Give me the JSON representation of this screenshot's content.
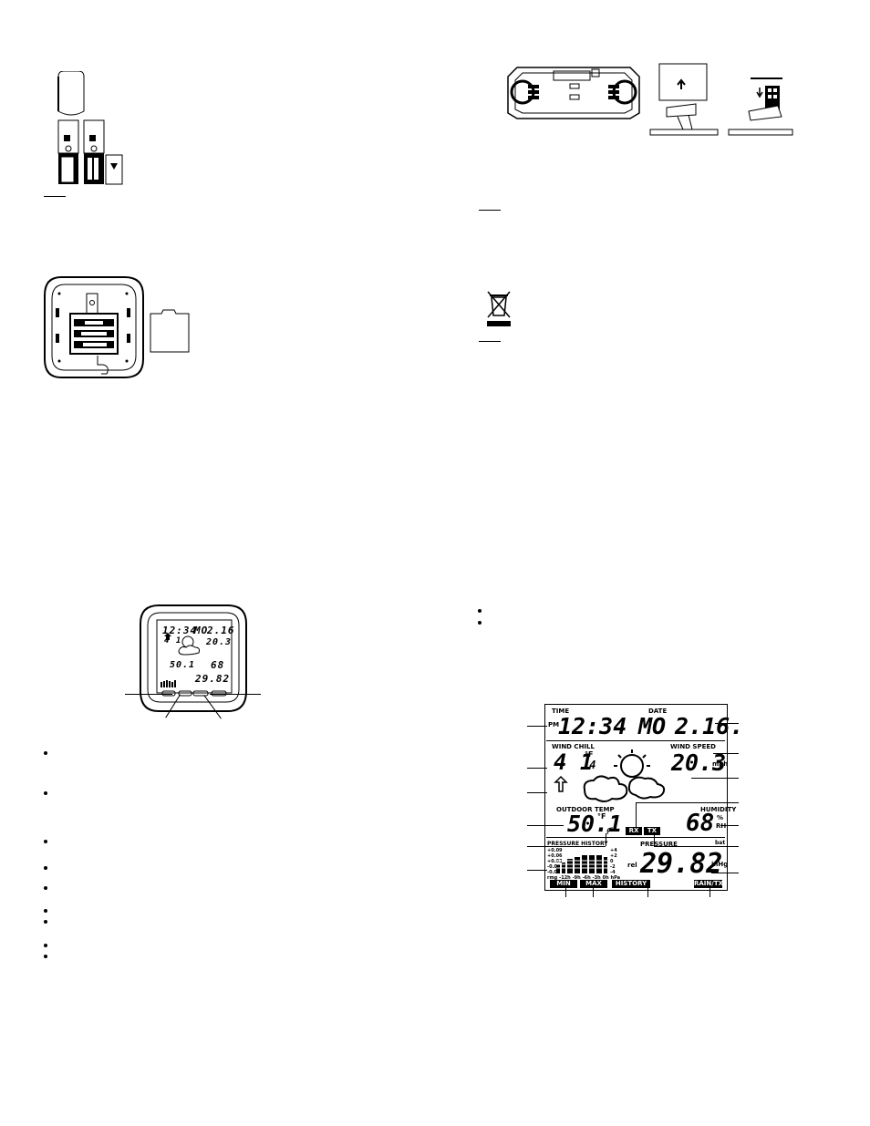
{
  "main_lcd": {
    "time_label": "TIME",
    "date_label": "DATE",
    "pm": "PM",
    "time": "12:34",
    "day_month": "MO",
    "date": "2.16.",
    "wind_chill_label": "WIND CHILL",
    "wind_chill_big": "4 1",
    "wind_chill_small": ".4",
    "wind_chill_unit": "°F",
    "wind_speed_label": "WIND SPEED",
    "wind_speed": "20.3",
    "wind_speed_unit": "mph",
    "outdoor_temp_label": "OUTDOOR TEMP",
    "outdoor_temp": "50.1",
    "outdoor_temp_unit": "°F",
    "humidity_label": "HUMIDITY",
    "humidity": "68",
    "humidity_unit": "%",
    "humidity_unit2": "RH",
    "rx": "RX",
    "tx": "TX",
    "pressure_history_label": "PRESSURE HISTORY",
    "pressure_label": "PRESSURE",
    "rel": "rel",
    "pressure": "29.82",
    "pressure_unit": "inHg",
    "bat": "bat",
    "hist_left_labels": [
      "+0.09",
      "+0.06",
      "+0.03",
      "-0.03",
      "-0.06"
    ],
    "hist_right_labels": [
      "+4",
      "+2",
      "0",
      "-2",
      "-4"
    ],
    "hist_x_labels": [
      "rmg",
      "-12h",
      "-9h",
      "-6h",
      "-3h",
      "0h",
      "hPa"
    ],
    "btn_min": "MIN",
    "btn_max": "MAX",
    "btn_history": "HISTORY",
    "btn_rain": "RAIN/TX"
  },
  "small_lcd": {
    "time": "12:34",
    "day": "MO",
    "date": "2.16",
    "wind_chill": "4 1",
    "wind": "20.3",
    "temp": "50.1",
    "humidity": "68",
    "pressure": "29.82"
  },
  "symbols": {
    "battery_icon": "battery-icon",
    "weee_icon": "crossed-out-bin-icon"
  },
  "colors": {
    "ink": "#000000",
    "paper": "#ffffff"
  }
}
